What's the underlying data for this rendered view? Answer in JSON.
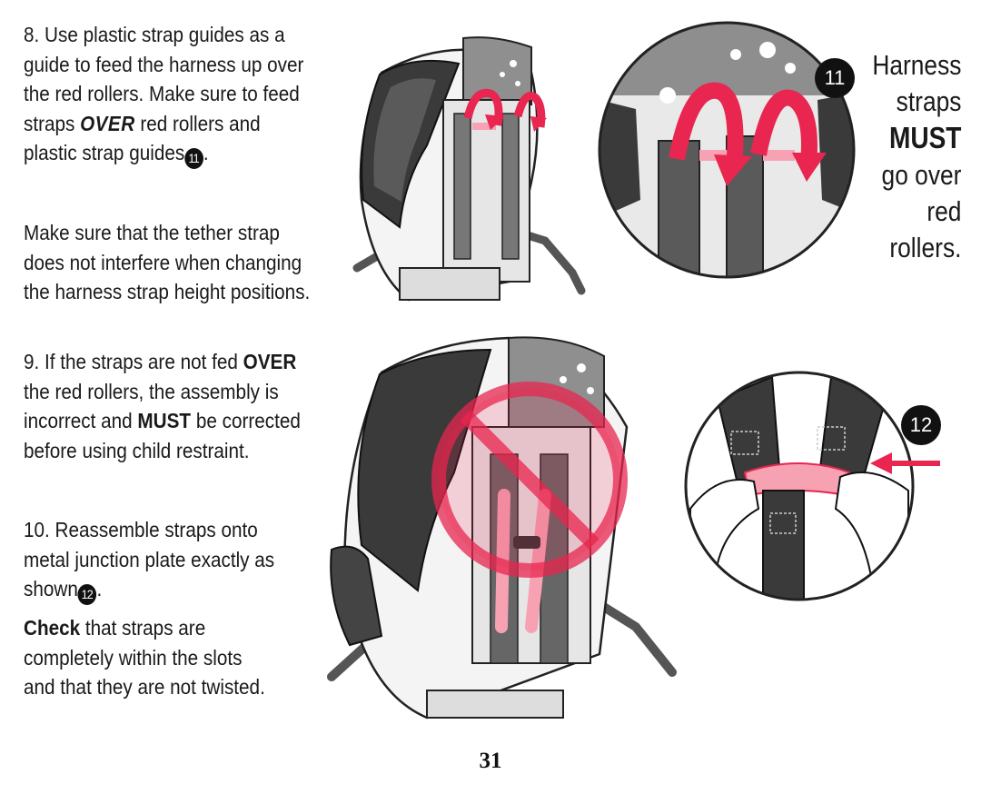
{
  "step8": {
    "line1": "8. Use plastic strap guides as a",
    "line2": "guide to feed the harness up over",
    "line3": "the red rollers. Make sure to feed",
    "line4_pre": "straps ",
    "line4_bold": "OVER",
    "line4_post": " red rollers and",
    "line5": "plastic strap guides",
    "line5_badge": "11",
    "line5_end": "."
  },
  "tether_note": {
    "line1": "Make sure that the tether strap",
    "line2": "does not interfere when changing",
    "line3": "the harness strap height positions."
  },
  "step9": {
    "line1_pre": "9. If the straps are not fed ",
    "line1_bold": "OVER",
    "line2": "the red rollers, the assembly is",
    "line3_pre": "incorrect and ",
    "line3_bold": "MUST",
    "line3_post": " be corrected",
    "line4": "before using child restraint."
  },
  "step10": {
    "line1": "10. Reassemble straps onto",
    "line2": "metal junction plate exactly as",
    "line3": "shown",
    "line3_badge": "12",
    "line3_end": "."
  },
  "check_note": {
    "bold": "Check",
    "line1_post": " that straps are",
    "line2": "completely within the slots",
    "line3": "and that they are not twisted."
  },
  "callout11": {
    "badge": "11",
    "line1": "Harness",
    "line2": "straps",
    "line3": "MUST",
    "line4": "go over",
    "line5": "red",
    "line6": "rollers."
  },
  "callout12": {
    "badge": "12"
  },
  "page_number": "31",
  "colors": {
    "accent_red": "#e8264f",
    "light_red": "#f6a2b3",
    "dark_gray": "#3a3a3a",
    "mid_gray": "#8a8a8a"
  },
  "illustrations": {
    "top_seat": "car-seat-back-correct",
    "top_detail": "red-rollers-closeup",
    "bottom_seat": "car-seat-back-incorrect",
    "bottom_detail": "junction-plate-closeup"
  }
}
